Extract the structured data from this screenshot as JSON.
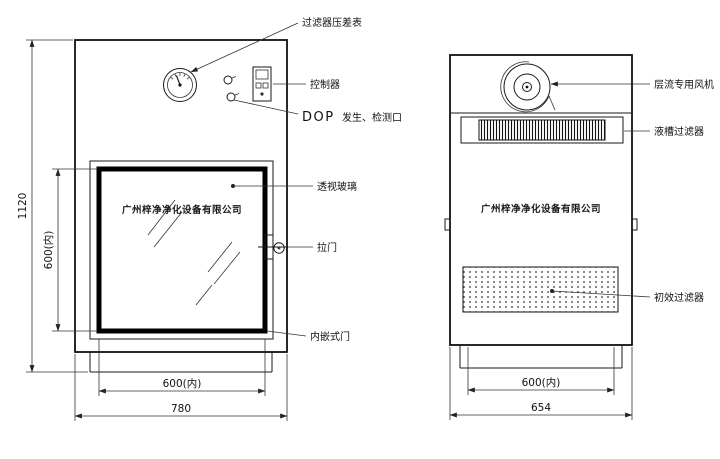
{
  "front_view": {
    "company_name": "广州梓净净化设备有限公司",
    "annotations": {
      "pressure_gauge": "过滤器压差表",
      "controller": "控制器",
      "dop_word": "DOP",
      "dop_rest": "发生、检测口",
      "viewing_glass": "透视玻璃",
      "pull_door": "拉门",
      "inset_door": "内嵌式门"
    },
    "dimensions": {
      "overall_height": "1120",
      "inner_height": "600(内)",
      "inner_width": "600(内)",
      "overall_width": "780"
    }
  },
  "side_view": {
    "company_name": "广州梓净净化设备有限公司",
    "annotations": {
      "laminar_fan": "层流专用风机",
      "liquid_tank_filter": "液槽过滤器",
      "primary_filter": "初效过滤器"
    },
    "dimensions": {
      "inner_width": "600(内)",
      "overall_width": "654"
    }
  }
}
